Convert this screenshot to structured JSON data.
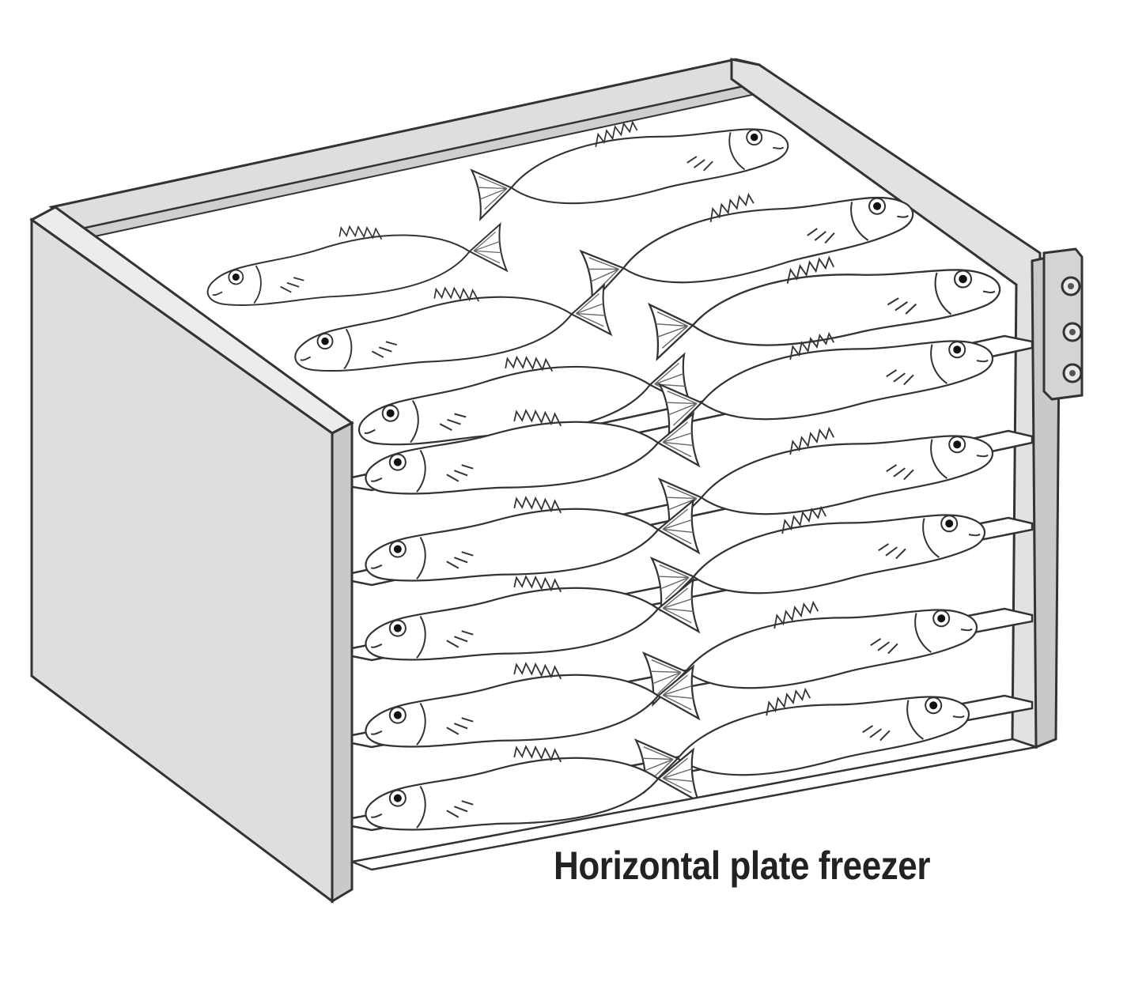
{
  "caption": "Horizontal plate freezer",
  "colors": {
    "panel": "#dedede",
    "panel_dark": "#c9c9c9",
    "outline": "#333333",
    "fish_fill": "#ffffff",
    "eye": "#111111"
  },
  "components": {
    "left_panel": "side-panel",
    "back_frame": "rear-frame",
    "plates": "freezer-plates",
    "hydraulic_block": "connector-block",
    "fish": "fish-layers"
  },
  "plate_count": 6,
  "connector_bolts": 3
}
